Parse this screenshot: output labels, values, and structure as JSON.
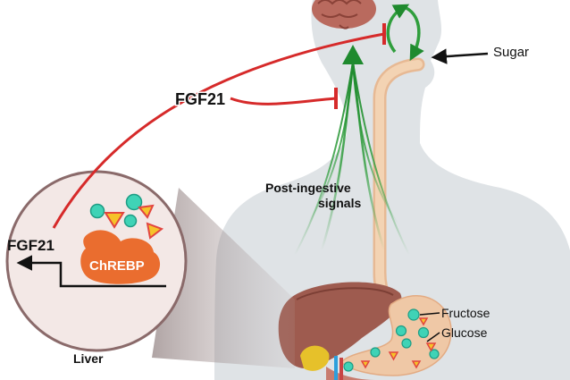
{
  "labels": {
    "hormone_top": "FGF21",
    "hormone_liver": "FGF21",
    "transcription_factor": "ChREBP",
    "organ": "Liver",
    "stimulus": "Sugar",
    "signals_line1": "Post-ingestive",
    "signals_line2": "signals",
    "sugar_fructose": "Fructose",
    "sugar_glucose": "Glucose"
  },
  "colors": {
    "inhibition": "#d62a2a",
    "activation": "#2f9e3c",
    "body": "#dfe3e6",
    "esophagus": "#efcaa6",
    "liver": "#9e5b4f",
    "chrebp": "#ea6d2f",
    "glucose": "#3fd3b6",
    "fructose_triangle": "#f6c329"
  }
}
